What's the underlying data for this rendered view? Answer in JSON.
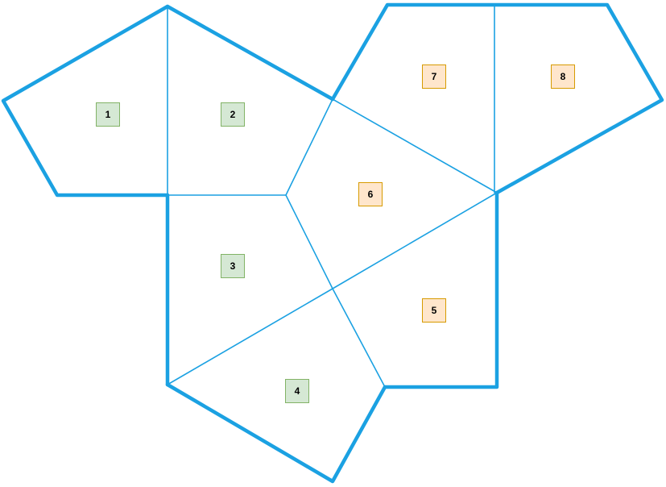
{
  "colors": {
    "line": "#1ba1e2",
    "green_fill": "#d5e8d4",
    "green_border": "#82b366",
    "orange_fill": "#ffe6cc",
    "orange_border": "#d79b00"
  },
  "labels": [
    {
      "id": "1",
      "text": "1",
      "style": "green"
    },
    {
      "id": "2",
      "text": "2",
      "style": "green"
    },
    {
      "id": "3",
      "text": "3",
      "style": "green"
    },
    {
      "id": "4",
      "text": "4",
      "style": "green"
    },
    {
      "id": "5",
      "text": "5",
      "style": "orange"
    },
    {
      "id": "6",
      "text": "6",
      "style": "orange"
    },
    {
      "id": "7",
      "text": "7",
      "style": "orange"
    },
    {
      "id": "8",
      "text": "8",
      "style": "orange"
    }
  ]
}
